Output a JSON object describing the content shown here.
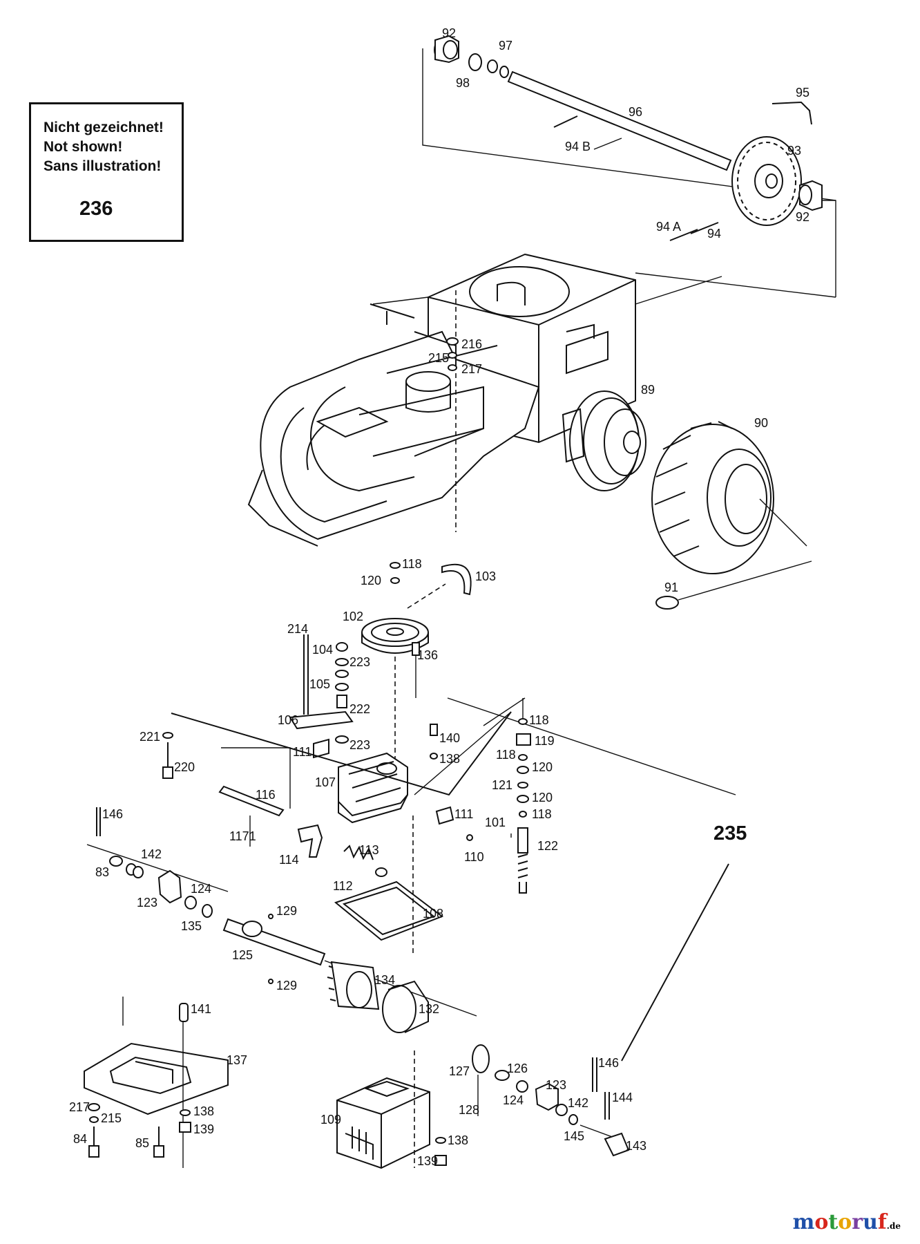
{
  "note": {
    "line1": "Nicht gezeichnet!",
    "line2": "Not shown!",
    "line3": "Sans illustration!",
    "number": "236"
  },
  "assembly_label": "235",
  "watermark": {
    "main": "motoruf",
    "suffix": ".de",
    "colors": [
      "#1f4fa8",
      "#d8261c",
      "#2a9a3a",
      "#e8a400",
      "#7a3fa0",
      "#1f4fa8",
      "#d8261c"
    ]
  },
  "part_labels": [
    {
      "id": "92a",
      "text": "92"
    },
    {
      "id": "97",
      "text": "97"
    },
    {
      "id": "98",
      "text": "98"
    },
    {
      "id": "95",
      "text": "95"
    },
    {
      "id": "96",
      "text": "96"
    },
    {
      "id": "94B",
      "text": "94 B"
    },
    {
      "id": "93",
      "text": "93"
    },
    {
      "id": "92b",
      "text": "92"
    },
    {
      "id": "94A",
      "text": "94 A"
    },
    {
      "id": "94",
      "text": "94"
    },
    {
      "id": "216",
      "text": "216"
    },
    {
      "id": "215a",
      "text": "215"
    },
    {
      "id": "217a",
      "text": "217"
    },
    {
      "id": "89",
      "text": "89"
    },
    {
      "id": "90",
      "text": "90"
    },
    {
      "id": "118a",
      "text": "118"
    },
    {
      "id": "120a",
      "text": "120"
    },
    {
      "id": "103",
      "text": "103"
    },
    {
      "id": "91",
      "text": "91"
    },
    {
      "id": "102",
      "text": "102"
    },
    {
      "id": "214",
      "text": "214"
    },
    {
      "id": "104",
      "text": "104"
    },
    {
      "id": "223a",
      "text": "223"
    },
    {
      "id": "136",
      "text": "136"
    },
    {
      "id": "105",
      "text": "105"
    },
    {
      "id": "222",
      "text": "222"
    },
    {
      "id": "106",
      "text": "106"
    },
    {
      "id": "118b",
      "text": "118"
    },
    {
      "id": "140",
      "text": "140"
    },
    {
      "id": "119",
      "text": "119"
    },
    {
      "id": "221",
      "text": "221"
    },
    {
      "id": "111a",
      "text": "111"
    },
    {
      "id": "223b",
      "text": "223"
    },
    {
      "id": "118c",
      "text": "118"
    },
    {
      "id": "120b",
      "text": "120"
    },
    {
      "id": "138a",
      "text": "138"
    },
    {
      "id": "220",
      "text": "220"
    },
    {
      "id": "107",
      "text": "107"
    },
    {
      "id": "121",
      "text": "121"
    },
    {
      "id": "120c",
      "text": "120"
    },
    {
      "id": "116",
      "text": "116"
    },
    {
      "id": "118d",
      "text": "118"
    },
    {
      "id": "111b",
      "text": "111"
    },
    {
      "id": "146a",
      "text": "146"
    },
    {
      "id": "101",
      "text": "101"
    },
    {
      "id": "1171",
      "text": "1171"
    },
    {
      "id": "122",
      "text": "122"
    },
    {
      "id": "110",
      "text": "110"
    },
    {
      "id": "113",
      "text": "113"
    },
    {
      "id": "142a",
      "text": "142"
    },
    {
      "id": "114",
      "text": "114"
    },
    {
      "id": "83",
      "text": "83"
    },
    {
      "id": "112",
      "text": "112"
    },
    {
      "id": "124a",
      "text": "124"
    },
    {
      "id": "123a",
      "text": "123"
    },
    {
      "id": "129a",
      "text": "129"
    },
    {
      "id": "108",
      "text": "108"
    },
    {
      "id": "135",
      "text": "135"
    },
    {
      "id": "125",
      "text": "125"
    },
    {
      "id": "134",
      "text": "134"
    },
    {
      "id": "129b",
      "text": "129"
    },
    {
      "id": "141",
      "text": "141"
    },
    {
      "id": "132",
      "text": "132"
    },
    {
      "id": "137",
      "text": "137"
    },
    {
      "id": "127",
      "text": "127"
    },
    {
      "id": "126",
      "text": "126"
    },
    {
      "id": "146b",
      "text": "146"
    },
    {
      "id": "123b",
      "text": "123"
    },
    {
      "id": "144",
      "text": "144"
    },
    {
      "id": "217b",
      "text": "217"
    },
    {
      "id": "215b",
      "text": "215"
    },
    {
      "id": "138b",
      "text": "138"
    },
    {
      "id": "128",
      "text": "128"
    },
    {
      "id": "124b",
      "text": "124"
    },
    {
      "id": "142b",
      "text": "142"
    },
    {
      "id": "109",
      "text": "109"
    },
    {
      "id": "84",
      "text": "84"
    },
    {
      "id": "85",
      "text": "85"
    },
    {
      "id": "139a",
      "text": "139"
    },
    {
      "id": "145",
      "text": "145"
    },
    {
      "id": "138c",
      "text": "138"
    },
    {
      "id": "143",
      "text": "143"
    },
    {
      "id": "139b",
      "text": "139"
    }
  ]
}
